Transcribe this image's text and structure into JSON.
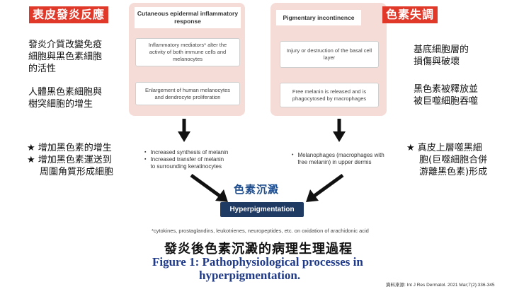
{
  "left_panel": {
    "label": "表皮發炎反應",
    "title": "Cutaneous epidermal inflammatory response",
    "box1": "Inflammatory mediators* alter the activity of both immune cells and melanocytes",
    "box2": "Enlargement of human melanocytes and dendrocyte proliferation"
  },
  "right_panel": {
    "label": "色素失調",
    "title": "Pigmentary incontinence",
    "box1": "Injury or destruction of the basal cell layer",
    "box2": "Free melanin is released and is phagocytosed by macrophages"
  },
  "left_notes": {
    "note1": [
      "發炎介質改變免疫",
      "細胞與黑色素細胞",
      "的活性"
    ],
    "note2": [
      "人體黑色素細胞與",
      "樹突細胞的增生"
    ]
  },
  "right_notes": {
    "note1": [
      "基底細胞層的",
      "損傷與破壞"
    ],
    "note2": [
      "黑色素被釋放並",
      "被巨噬細胞吞噬"
    ]
  },
  "left_stars": {
    "star": "★",
    "line1": "增加黑色素的增生",
    "line2": "增加黑色素運送到",
    "line3": "周圍角質形成細胞"
  },
  "right_stars": {
    "star": "★",
    "line1": "真皮上層噬黑細",
    "line2": "胞(巨噬細胞合併",
    "line3": "游離黑色素)形成"
  },
  "left_bullets": {
    "b1": "Increased synthesis of melanin",
    "b2": "Increased transfer of melanin",
    "b2b": "to surrounding keratinocytes"
  },
  "right_bullets": {
    "b1": "Melanophages (macrophages with",
    "b1b": "free melanin) in upper dermis"
  },
  "center": {
    "zh_label": "色素沉澱",
    "box": "Hyperpigmentation"
  },
  "footnote": "*cytokines, prostaglandins, leukotrienes, neuropeptides, etc. on oxidation of arachidonic acid",
  "title_zh": "發炎後色素沉澱的病理生理過程",
  "figure_title_line1": "Figure 1:  Pathophysiological processes in",
  "figure_title_line2": "hyperpigmentation.",
  "source": "資料來源: Int J Res Dermatol. 2021 Mar;7(2):336-345",
  "bullet_glyph": "▪",
  "bullet_glyph_right": "•",
  "colors": {
    "red_label": "#e0392a",
    "panel": "#f6dcd6",
    "navy_box": "#1f3a63",
    "zh_blue": "#1f4e8f",
    "figure_blue": "#1f3a8a"
  }
}
